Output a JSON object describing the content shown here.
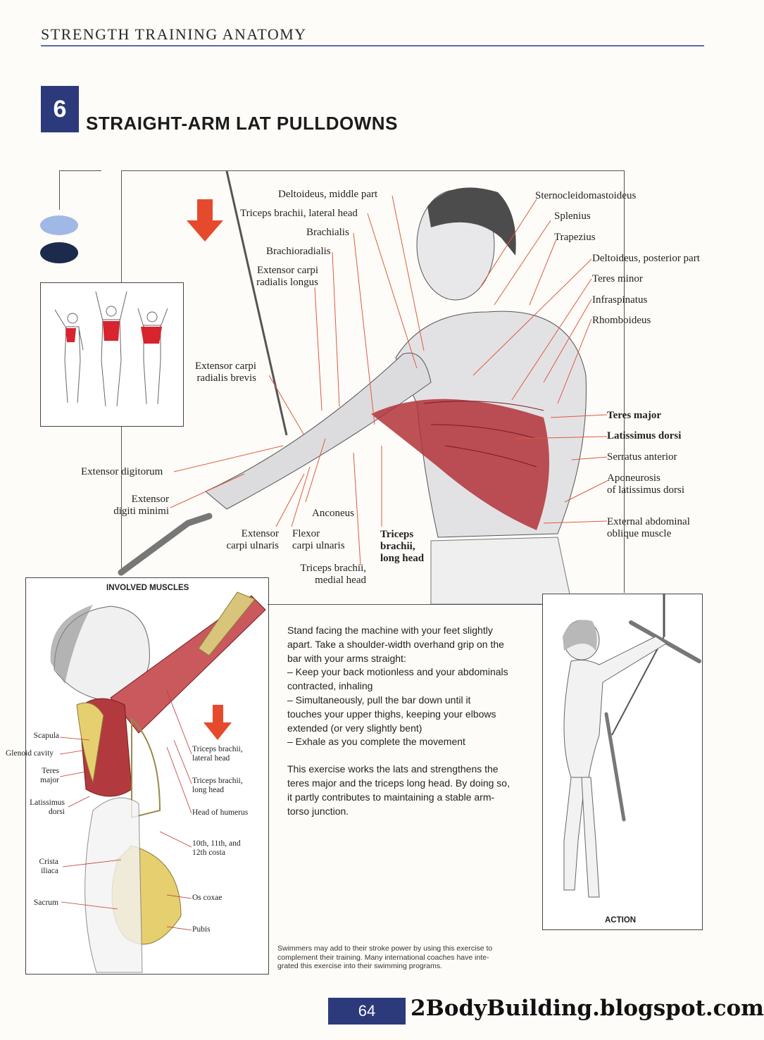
{
  "header": {
    "running_title": "STRENGTH TRAINING ANATOMY"
  },
  "exercise": {
    "number": "6",
    "title": "STRAIGHT-ARM LAT PULLDOWNS"
  },
  "legend": {
    "light_swatch_color": "#9fb8e6",
    "dark_swatch_color": "#1c2a4d"
  },
  "main_labels": {
    "deltoideus_middle": "Deltoideus, middle part",
    "triceps_lateral": "Triceps brachii, lateral head",
    "brachialis": "Brachialis",
    "brachioradialis": "Brachioradialis",
    "ecr_longus_1": "Extensor carpi",
    "ecr_longus_2": "radialis longus",
    "ecr_brevis_1": "Extensor carpi",
    "ecr_brevis_2": "radialis brevis",
    "extensor_digitorum": "Extensor digitorum",
    "ext_digiti_minimi_1": "Extensor",
    "ext_digiti_minimi_2": "digiti minimi",
    "anconeus": "Anconeus",
    "ecu_1": "Extensor",
    "ecu_2": "carpi ulnaris",
    "fcu_1": "Flexor",
    "fcu_2": "carpi ulnaris",
    "triceps_long_1": "Triceps",
    "triceps_long_2": "brachii,",
    "triceps_long_3": "long head",
    "triceps_medial_1": "Triceps brachii,",
    "triceps_medial_2": "medial head",
    "scm": "Sternocleidomastoideus",
    "splenius": "Splenius",
    "trapezius": "Trapezius",
    "deltoideus_posterior": "Deltoideus, posterior part",
    "teres_minor": "Teres minor",
    "infraspinatus": "Infraspinatus",
    "rhomboideus": "Rhomboideus",
    "teres_major": "Teres major",
    "latissimus_dorsi": "Latissimus dorsi",
    "serratus_anterior": "Serratus anterior",
    "aponeurosis_1": "Aponeurosis",
    "aponeurosis_2": "of latissimus dorsi",
    "oblique_1": "External abdominal",
    "oblique_2": "oblique muscle"
  },
  "involved_panel": {
    "caption": "INVOLVED MUSCLES",
    "labels": {
      "scapula": "Scapula",
      "glenoid": "Glenoid cavity",
      "teres_major_1": "Teres",
      "teres_major_2": "major",
      "latissimus_1": "Latissimus",
      "latissimus_2": "dorsi",
      "crista_1": "Crista",
      "crista_2": "iliaca",
      "sacrum": "Sacrum",
      "tri_lat_1": "Triceps brachii,",
      "tri_lat_2": "lateral head",
      "tri_long_1": "Triceps brachii,",
      "tri_long_2": "long head",
      "humerus": "Head of humerus",
      "costa_1": "10th, 11th, and",
      "costa_2": "12th costa",
      "os_coxae": "Os coxae",
      "pubis": "Pubis"
    }
  },
  "instructions": {
    "p1": [
      "Stand facing the machine with your feet slightly",
      "apart. Take a shoulder-width overhand grip on the",
      "bar with your arms straight:",
      "– Keep your back motionless and your abdominals",
      "contracted, inhaling",
      "– Simultaneously, pull the bar down until it",
      "touches your upper thighs, keeping your elbows",
      "extended (or very slightly bent)",
      "– Exhale as you complete the movement"
    ],
    "p2": [
      "This exercise works the lats and strengthens the",
      "teres major and the triceps long head. By doing so,",
      "it partly contributes to maintaining a stable arm-",
      "torso junction."
    ]
  },
  "action_panel": {
    "caption": "ACTION"
  },
  "note": [
    "Swimmers may add to their stroke power by using this exercise to",
    "complement their training. Many international coaches have inte-",
    "grated this exercise into their swimming programs."
  ],
  "footer": {
    "page_number": "64",
    "watermark": "2BodyBuilding.blogspot.com"
  },
  "colors": {
    "accent_blue": "#2c3a7c",
    "muscle_red": "#b2323a",
    "rule_blue": "#5b6aa6"
  }
}
